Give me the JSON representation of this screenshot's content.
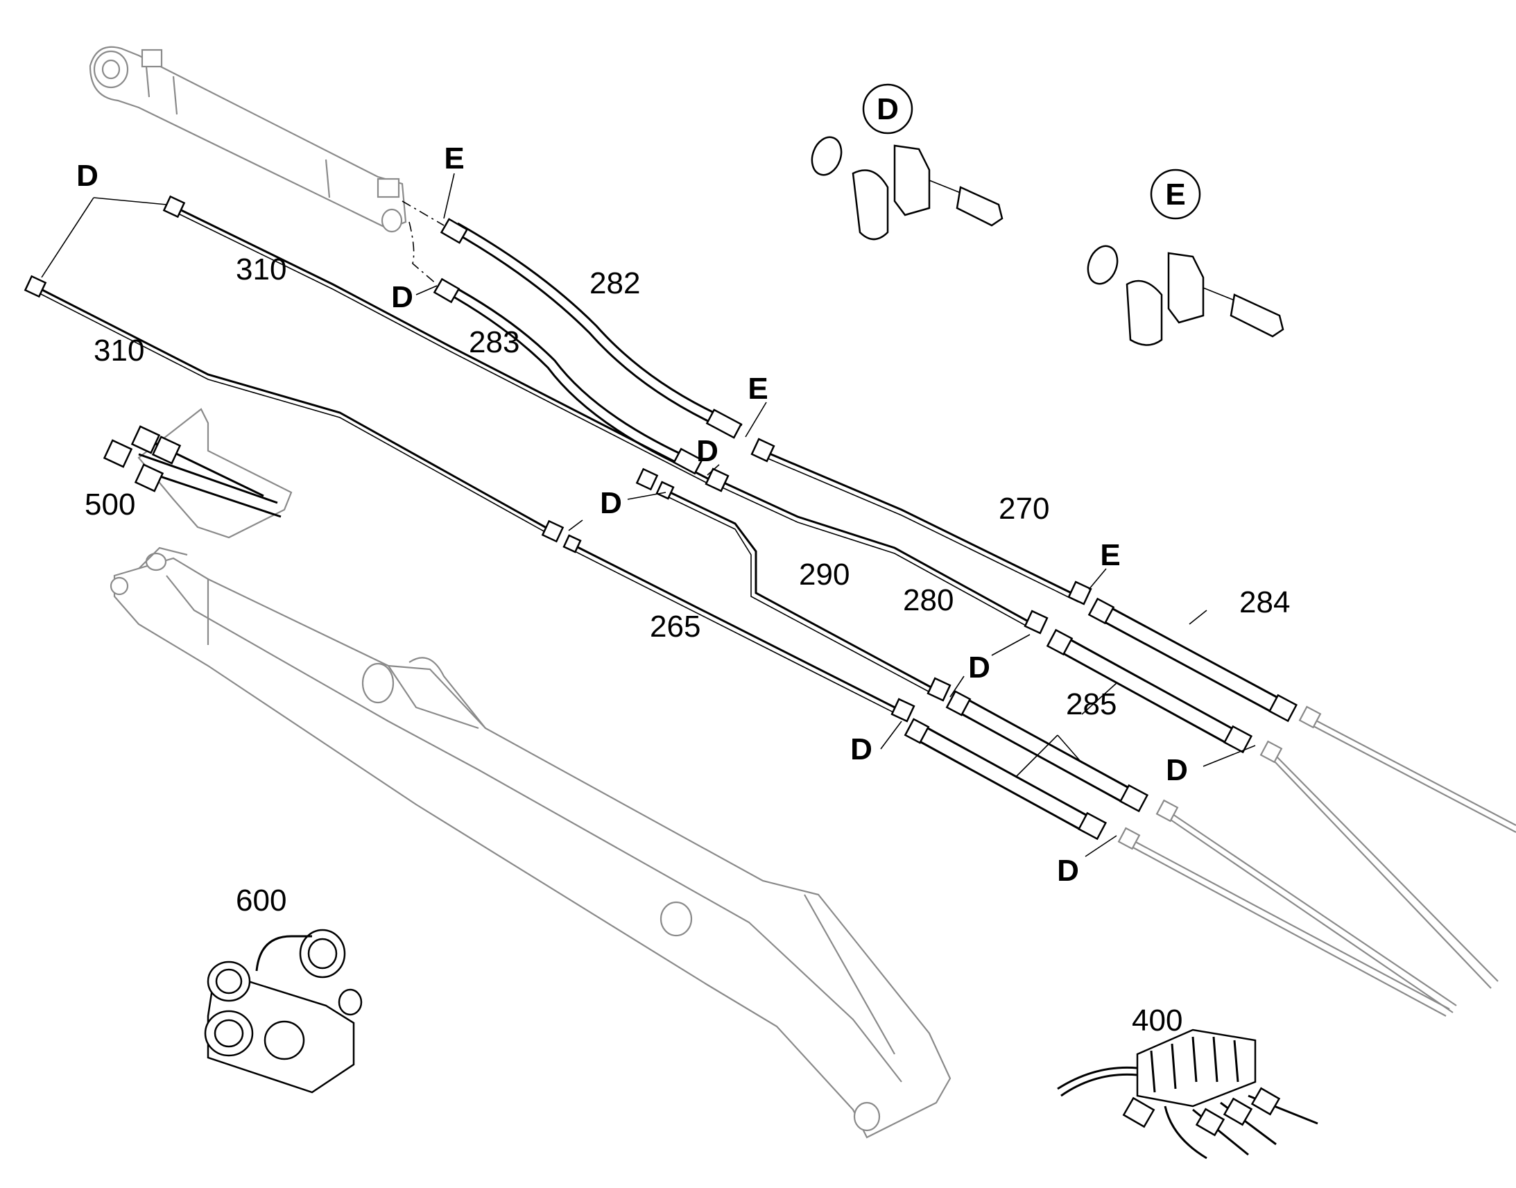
{
  "callouts": {
    "c310a": "310",
    "c310b": "310",
    "c282": "282",
    "c283": "283",
    "c270": "270",
    "c290": "290",
    "c280": "280",
    "c265": "265",
    "c284": "284",
    "c285": "285",
    "c500": "500",
    "c600": "600",
    "c400": "400"
  },
  "letters": {
    "d1": "D",
    "e1": "E",
    "d2": "D",
    "e2": "E",
    "d3": "D",
    "d4": "D",
    "e3": "E",
    "d5": "D",
    "d6": "D",
    "d7": "D",
    "d8": "D"
  },
  "details": {
    "d_title": "D",
    "e_title": "E"
  },
  "colors": {
    "line": "#000000",
    "background_part": "#8a8a8a"
  }
}
